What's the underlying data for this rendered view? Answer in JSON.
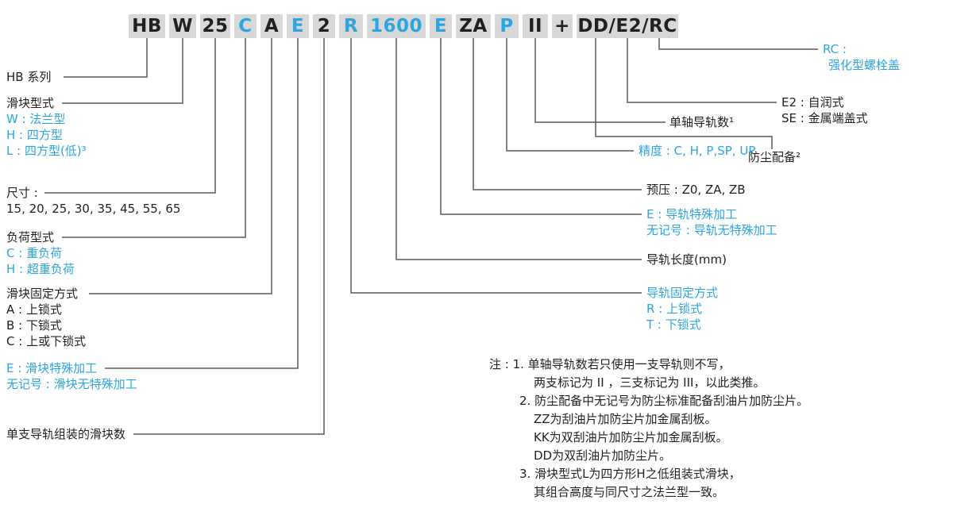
{
  "colors": {
    "accent_blue": "#2BA6E0",
    "segment_background": "#D8D8D8",
    "text_dark": "#231F20",
    "connector_gray": "#595959"
  },
  "model_code": {
    "segments": [
      {
        "text": "HB",
        "color": "dark"
      },
      {
        "text": "W",
        "color": "dark"
      },
      {
        "text": "25",
        "color": "dark"
      },
      {
        "text": "C",
        "color": "blue"
      },
      {
        "text": "A",
        "color": "dark"
      },
      {
        "text": "E",
        "color": "blue"
      },
      {
        "text": "2",
        "color": "dark"
      },
      {
        "text": "R",
        "color": "blue"
      },
      {
        "text": "1600",
        "color": "blue"
      },
      {
        "text": "E",
        "color": "blue"
      },
      {
        "text": "ZA",
        "color": "dark"
      },
      {
        "text": "P",
        "color": "blue"
      },
      {
        "text": "II",
        "color": "dark"
      },
      {
        "text": "+",
        "color": "dark"
      },
      {
        "text": "DD/E2/RC",
        "color": "dark"
      }
    ]
  },
  "left_labels": {
    "series": "HB 系列",
    "block_type": {
      "title": "滑块型式",
      "items": [
        "W : 法兰型",
        "H : 四方型",
        "L : 四方型(低)³"
      ]
    },
    "size": {
      "title": "尺寸 : ",
      "items": [
        "15, 20, 25, 30, 35, 45, 55, 65"
      ]
    },
    "load_type": {
      "title": "负荷型式",
      "items": [
        "C : 重负荷",
        "H : 超重负荷"
      ]
    },
    "block_mounting": {
      "title": "滑块固定方式",
      "items": [
        "A : 上锁式",
        "B : 下锁式",
        "C : 上或下锁式"
      ]
    },
    "block_machining": {
      "line1": "E : 滑块特殊加工",
      "line2": "无记号 : 滑块无特殊加工"
    },
    "blocks_per_rail": "单支导轨组装的滑块数"
  },
  "right_labels": {
    "rc": {
      "line1": "RC :",
      "line2": "强化型螺栓盖"
    },
    "e2": "E2 : 自润式",
    "se": "SE : 金属端盖式",
    "rails_per_axis": "单轴导轨数¹",
    "dust_protection": "防尘配备²",
    "accuracy": "精度 : C, H, P,SP, UP",
    "preload": "预压 : Z0, ZA, ZB",
    "rail_machining": {
      "line1": "E : 导轨特殊加工",
      "line2": "无记号 : 导轨无特殊加工"
    },
    "rail_length": "导轨长度(mm)",
    "rail_mounting": {
      "title": "导轨固定方式",
      "items": [
        "R : 上锁式",
        "T : 下锁式"
      ]
    }
  },
  "notes": {
    "lines": [
      "注 : 1. 单轴导轨数若只使用一支导轨则不写，",
      "两支标记为 II ，三支标记为 III，以此类推。",
      "2. 防尘配备中无记号为防尘标准配备刮油片加防尘片。",
      "ZZ为刮油片加防尘片加金属刮板。",
      "KK为双刮油片加防尘片加金属刮板。",
      "DD为双刮油片加防尘片。",
      "3. 滑块型式L为四方形H之低组装式滑块，",
      "其组合高度与同尺寸之法兰型一致。"
    ]
  }
}
